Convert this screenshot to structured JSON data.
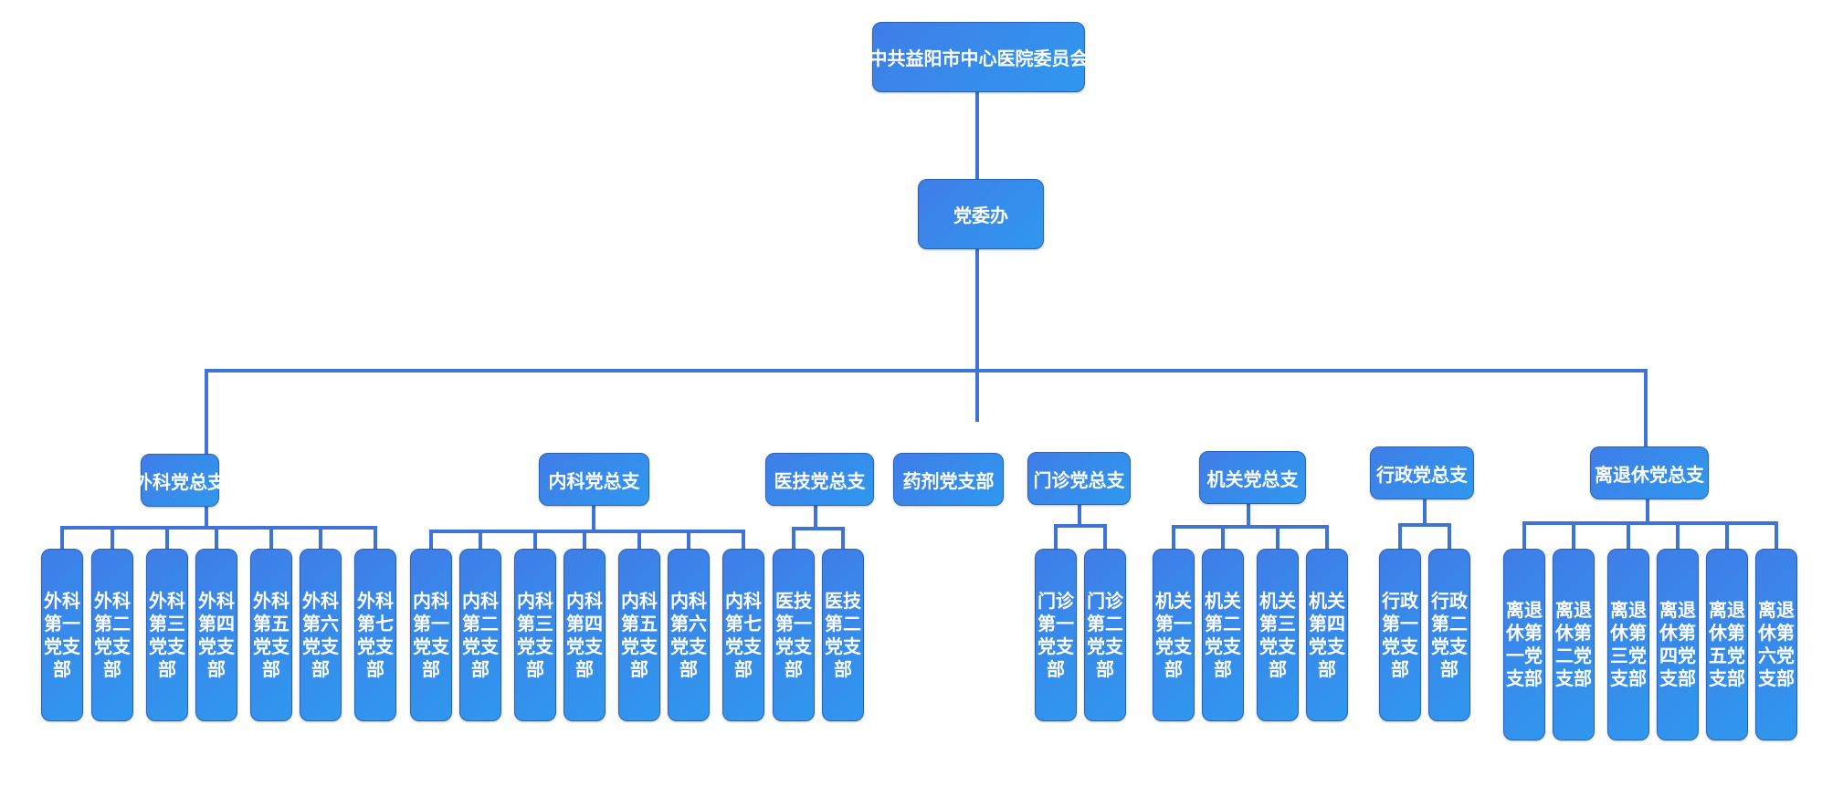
{
  "colors": {
    "line": "#3d74d6",
    "node_start": "#3f7de8",
    "node_end": "#2f98ee",
    "border": "#2a63b4"
  },
  "root": "中共益阳市中心医院委员会",
  "office": "党委办",
  "branches": [
    {
      "name": "外科党总支",
      "children": [
        "外科第一党支部",
        "外科第二党支部",
        "外科第三党支部",
        "外科第四党支部",
        "外科第五党支部",
        "外科第六党支部",
        "外科第七党支部"
      ]
    },
    {
      "name": "内科党总支",
      "children": [
        "内科第一党支部",
        "内科第二党支部",
        "内科第三党支部",
        "内科第四党支部",
        "内科第五党支部",
        "内科第六党支部",
        "内科第七党支部"
      ]
    },
    {
      "name": "医技党总支",
      "children": [
        "医技第一党支部",
        "医技第二党支部"
      ]
    },
    {
      "name": "药剂党支部",
      "children": []
    },
    {
      "name": "门诊党总支",
      "children": [
        "门诊第一党支部",
        "门诊第二党支部"
      ]
    },
    {
      "name": "机关党总支",
      "children": [
        "机关第一党支部",
        "机关第二党支部",
        "机关第三党支部",
        "机关第四党支部"
      ]
    },
    {
      "name": "行政党总支",
      "children": [
        "行政第一党支部",
        "行政第二党支部"
      ]
    },
    {
      "name": "离退休党总支",
      "children": [
        "离退休第一党支部",
        "离退休第二党支部",
        "离退休第三党支部",
        "离退休第四党支部",
        "离退休第五党支部",
        "离退休第六党支部"
      ]
    }
  ]
}
